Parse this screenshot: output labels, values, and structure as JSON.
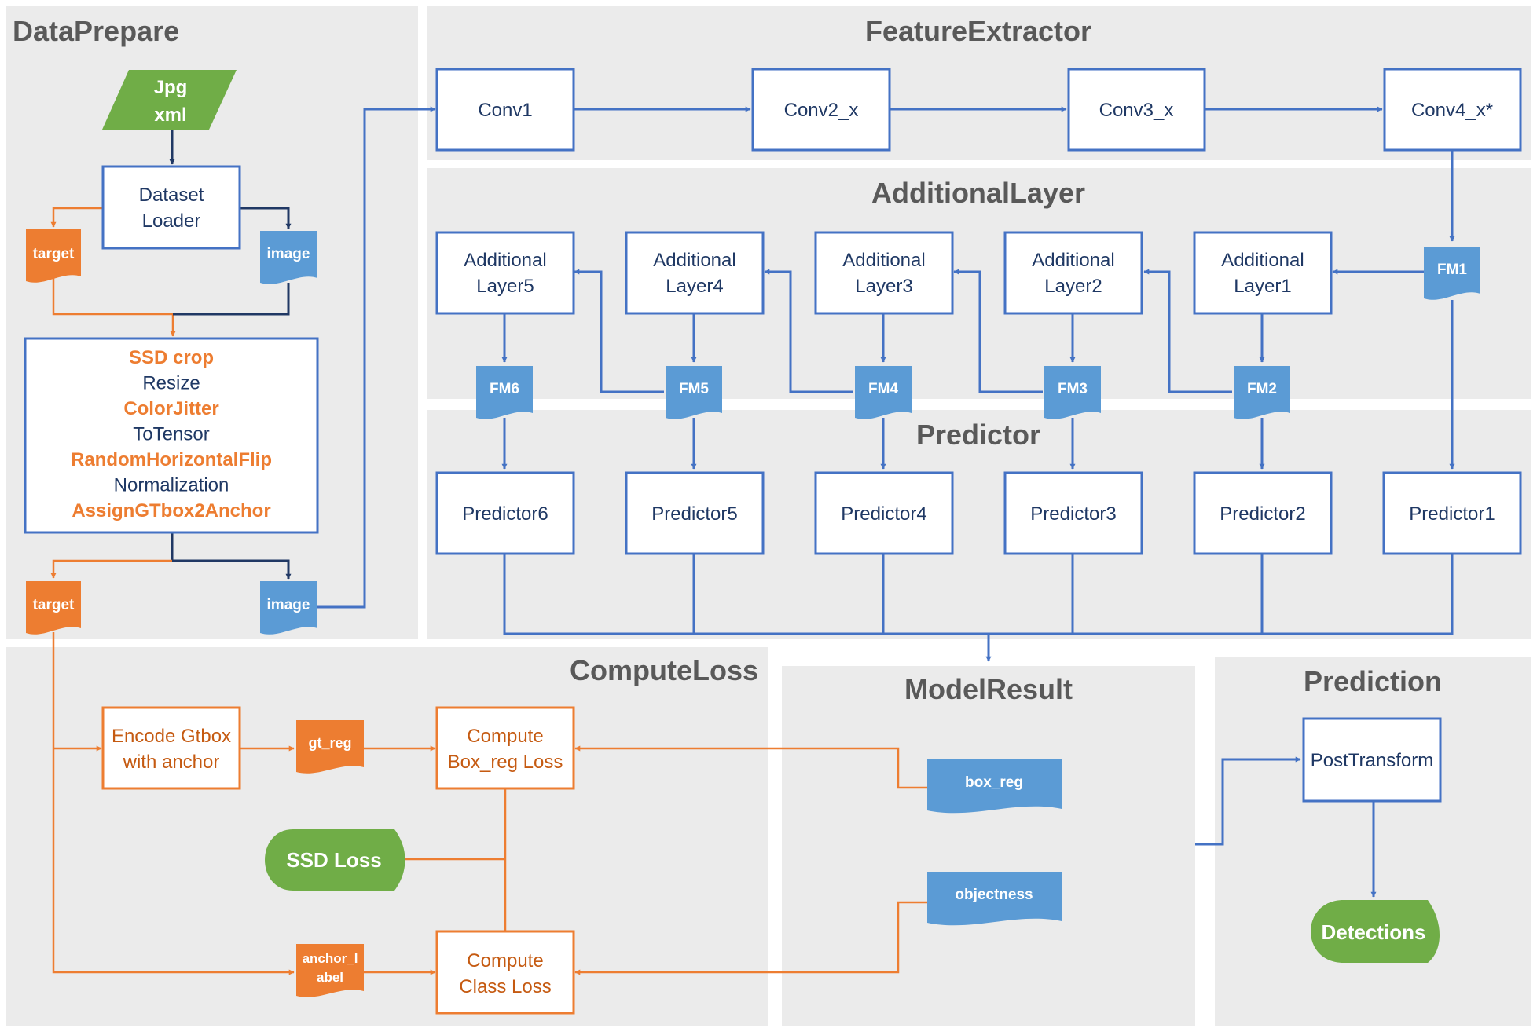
{
  "colors": {
    "panel": "#ebebeb",
    "blue": "#4472c4",
    "blue_fill": "#5b9bd5",
    "orange": "#ed7d31",
    "green": "#70ad47",
    "title_gray": "#595959",
    "box_text_blue": "#1f3864"
  },
  "sections": {
    "data_prepare": "DataPrepare",
    "feature_extractor": "FeatureExtractor",
    "additional_layer": "AdditionalLayer",
    "predictor": "Predictor",
    "compute_loss": "ComputeLoss",
    "model_result": "ModelResult",
    "prediction": "Prediction"
  },
  "data_prepare": {
    "input_line1": "Jpg",
    "input_line2": "xml",
    "loader_line1": "Dataset",
    "loader_line2": "Loader",
    "target_top": "target",
    "image_top": "image",
    "transforms": [
      {
        "text": "SSD crop",
        "highlight": true
      },
      {
        "text": "Resize",
        "highlight": false
      },
      {
        "text": "ColorJitter",
        "highlight": true
      },
      {
        "text": "ToTensor",
        "highlight": false
      },
      {
        "text": "RandomHorizontalFlip",
        "highlight": true
      },
      {
        "text": "Normalization",
        "highlight": false
      },
      {
        "text": "AssignGTbox2Anchor",
        "highlight": true
      }
    ],
    "target_bottom": "target",
    "image_bottom": "image"
  },
  "feature_extractor": {
    "conv1": "Conv1",
    "conv2": "Conv2_x",
    "conv3": "Conv3_x",
    "conv4": "Conv4_x*"
  },
  "additional_layer": {
    "layers": [
      {
        "line1": "Additional",
        "line2": "Layer5"
      },
      {
        "line1": "Additional",
        "line2": "Layer4"
      },
      {
        "line1": "Additional",
        "line2": "Layer3"
      },
      {
        "line1": "Additional",
        "line2": "Layer2"
      },
      {
        "line1": "Additional",
        "line2": "Layer1"
      }
    ],
    "feature_maps": [
      "FM6",
      "FM5",
      "FM4",
      "FM3",
      "FM2",
      "FM1"
    ]
  },
  "predictor": {
    "boxes": [
      "Predictor6",
      "Predictor5",
      "Predictor4",
      "Predictor3",
      "Predictor2",
      "Predictor1"
    ]
  },
  "compute_loss": {
    "encode_line1": "Encode Gtbox",
    "encode_line2": "with anchor",
    "gt_reg": "gt_reg",
    "boxreg_line1": "Compute",
    "boxreg_line2": "Box_reg Loss",
    "ssd_loss": "SSD Loss",
    "anchor_line1": "anchor_l",
    "anchor_line2": "abel",
    "class_line1": "Compute",
    "class_line2": "Class Loss"
  },
  "model_result": {
    "box_reg": "box_reg",
    "objectness": "objectness"
  },
  "prediction": {
    "post_transform": "PostTransform",
    "detections": "Detections"
  }
}
